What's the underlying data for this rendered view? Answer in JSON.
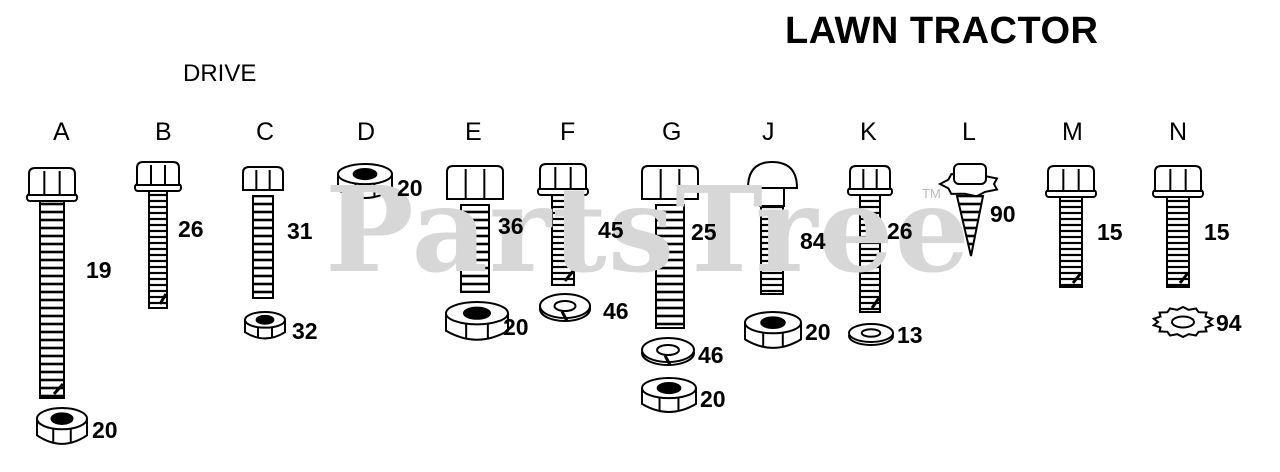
{
  "title": "LAWN TRACTOR",
  "section": "DRIVE",
  "watermark": "PartsTree",
  "watermark_tm": "TM",
  "columns": [
    {
      "letter": "A",
      "refs": [
        "19",
        "20"
      ]
    },
    {
      "letter": "B",
      "refs": [
        "26"
      ]
    },
    {
      "letter": "C",
      "refs": [
        "31",
        "32"
      ]
    },
    {
      "letter": "D",
      "refs": [
        "20"
      ]
    },
    {
      "letter": "E",
      "refs": [
        "36",
        "20"
      ]
    },
    {
      "letter": "F",
      "refs": [
        "45",
        "46"
      ]
    },
    {
      "letter": "G",
      "refs": [
        "25",
        "46",
        "20"
      ]
    },
    {
      "letter": "J",
      "refs": [
        "84",
        "20"
      ]
    },
    {
      "letter": "K",
      "refs": [
        "26",
        "13"
      ]
    },
    {
      "letter": "L",
      "refs": [
        "90"
      ]
    },
    {
      "letter": "M",
      "refs": [
        "15"
      ]
    },
    {
      "letter": "N",
      "refs": [
        "15",
        "94"
      ]
    }
  ]
}
